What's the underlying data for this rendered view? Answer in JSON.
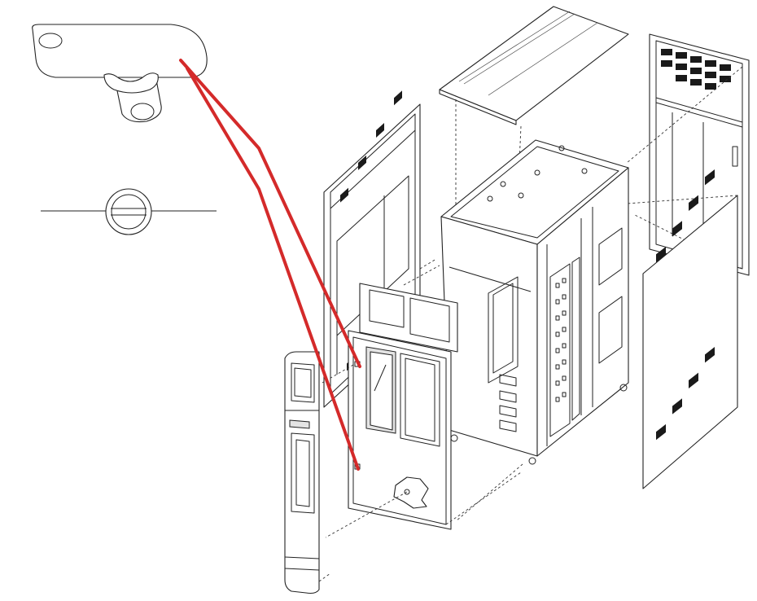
{
  "diagram": {
    "subject": "exploded-view-equipment-cabinet",
    "colors": {
      "line": "#222222",
      "background": "#ffffff",
      "callout": "#d42a2a",
      "vent": "#1a1a1a"
    },
    "parts": [
      "door-key",
      "key-top-view",
      "top-cover",
      "cabinet-frame",
      "rear-door",
      "side-panel-right",
      "side-panel-left",
      "front-door",
      "front-bezel",
      "operator-panel-plate"
    ]
  }
}
